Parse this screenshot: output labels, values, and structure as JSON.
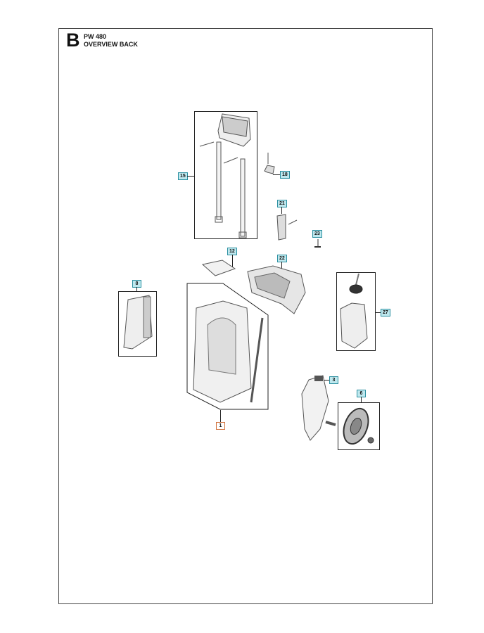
{
  "header": {
    "section_letter": "B",
    "model": "PW 480",
    "view_title": "OVERVIEW BACK"
  },
  "parts": [
    {
      "ref": "15",
      "label_style": "blue",
      "desc": "handle assembly with tubes"
    },
    {
      "ref": "18",
      "label_style": "blue",
      "desc": "clip with screw"
    },
    {
      "ref": "21",
      "label_style": "blue",
      "desc": "grip with screw"
    },
    {
      "ref": "23",
      "label_style": "blue",
      "desc": "screw"
    },
    {
      "ref": "12",
      "label_style": "blue",
      "desc": "cover plate"
    },
    {
      "ref": "22",
      "label_style": "blue",
      "desc": "upper housing"
    },
    {
      "ref": "8",
      "label_style": "blue",
      "desc": "side panel"
    },
    {
      "ref": "1",
      "label_style": "orange",
      "desc": "main frame"
    },
    {
      "ref": "27",
      "label_style": "blue",
      "desc": "detergent tank"
    },
    {
      "ref": "3",
      "label_style": "blue",
      "desc": "side cover"
    },
    {
      "ref": "6",
      "label_style": "blue",
      "desc": "wheel kit"
    }
  ],
  "colors": {
    "label_blue_border": "#2a8fa0",
    "label_blue_fill": "#bfe8ee",
    "label_orange_border": "#d0703a",
    "frame": "#444444"
  }
}
